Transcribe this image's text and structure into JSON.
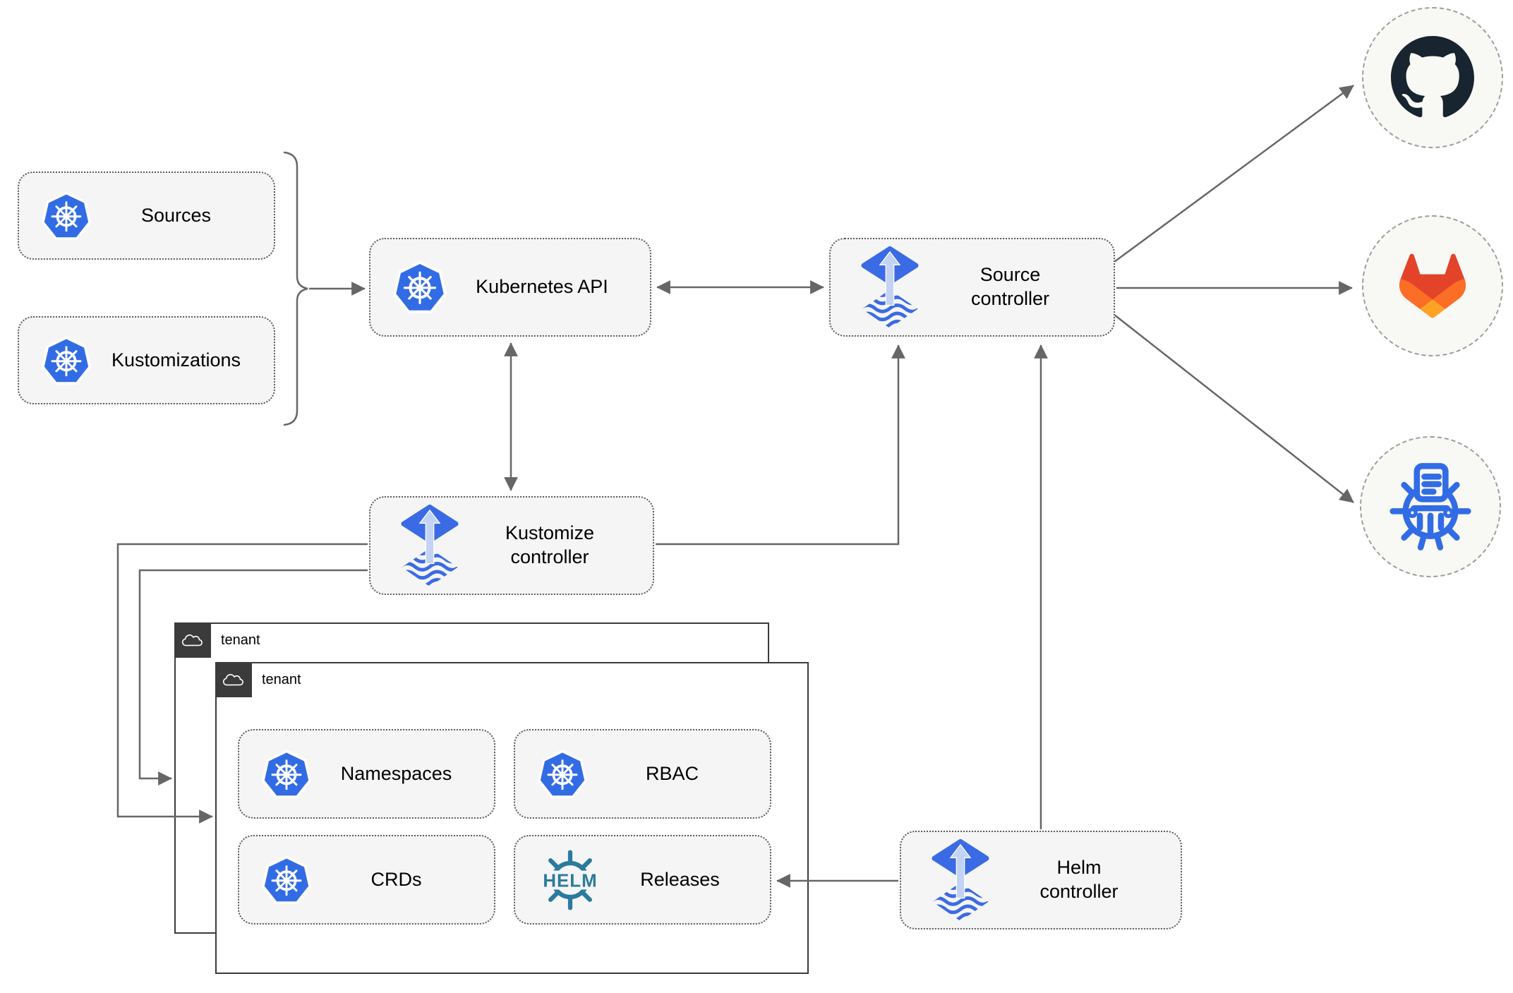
{
  "colors": {
    "connector": "#666666",
    "node_fill": "#f5f5f5",
    "node_border": "#5b5b5b",
    "tenant_tab_dark": "#3b3b3b",
    "tenant_border": "#3b3b3b",
    "kubernetes_blue": "#326ce5",
    "flux_blue": "#3b6be4",
    "flux_arrow_light": "#c3d3f5",
    "helm_teal": "#2b7a9e",
    "github_dark": "#182430",
    "gitlab_red": "#e24329",
    "gitlab_orange": "#fc6d26",
    "gitlab_yellow": "#fca326",
    "kustomize_blue": "#316ce4",
    "endpoint_fill": "#f8f8f5",
    "endpoint_border": "#9e9e9e"
  },
  "nodes": {
    "sources": {
      "label": "Sources",
      "icon": "kubernetes"
    },
    "kustomizations": {
      "label": "Kustomizations",
      "icon": "kubernetes"
    },
    "kubernetes_api": {
      "label": "Kubernetes API",
      "icon": "kubernetes"
    },
    "source_controller": {
      "label": "Source controller",
      "icon": "flux"
    },
    "kustomize_controller": {
      "label": "Kustomize controller",
      "icon": "flux"
    },
    "helm_controller": {
      "label": "Helm controller",
      "icon": "flux"
    },
    "namespaces": {
      "label": "Namespaces",
      "icon": "kubernetes"
    },
    "rbac": {
      "label": "RBAC",
      "icon": "kubernetes"
    },
    "crds": {
      "label": "CRDs",
      "icon": "kubernetes"
    },
    "releases": {
      "label": "Releases",
      "icon": "helm",
      "logo_text": "HELM"
    }
  },
  "groups": {
    "tenant_back": {
      "label": "tenant",
      "icon": "cloud"
    },
    "tenant_front": {
      "label": "tenant",
      "icon": "cloud"
    }
  },
  "endpoints": {
    "github": {
      "icon": "github-octocat"
    },
    "gitlab": {
      "icon": "gitlab-tanuki"
    },
    "kustomize": {
      "icon": "kustomize-wheel"
    }
  },
  "edges": [
    {
      "from": "sources-and-kustomizations",
      "to": "kubernetes_api",
      "arrows": "end"
    },
    {
      "from": "kubernetes_api",
      "to": "source_controller",
      "arrows": "both"
    },
    {
      "from": "kubernetes_api",
      "to": "kustomize_controller",
      "arrows": "both"
    },
    {
      "from": "kustomize_controller",
      "to": "source_controller",
      "arrows": "end"
    },
    {
      "from": "helm_controller",
      "to": "source_controller",
      "arrows": "end"
    },
    {
      "from": "helm_controller",
      "to": "releases",
      "arrows": "end"
    },
    {
      "from": "kustomize_controller",
      "to": "tenant_front",
      "arrows": "end"
    },
    {
      "from": "kustomize_controller",
      "to": "tenant_back",
      "arrows": "end"
    },
    {
      "from": "source_controller",
      "to": "github",
      "arrows": "end"
    },
    {
      "from": "source_controller",
      "to": "gitlab",
      "arrows": "end"
    },
    {
      "from": "source_controller",
      "to": "kustomize",
      "arrows": "end"
    }
  ]
}
